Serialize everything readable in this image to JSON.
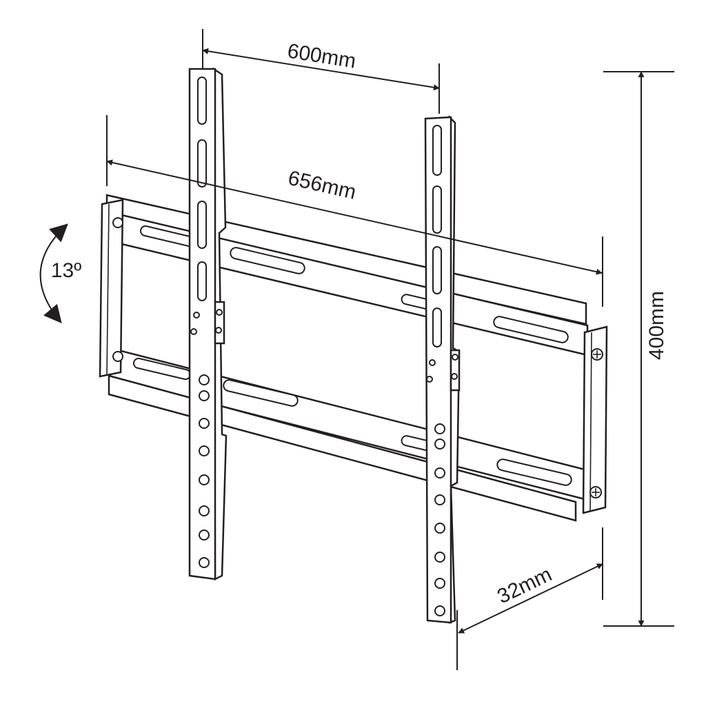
{
  "dimensions": {
    "top_span": "600mm",
    "overall_width": "656mm",
    "height": "400mm",
    "depth": "32mm",
    "tilt": "13º"
  },
  "colors": {
    "line": "#231f20",
    "background": "#ffffff"
  }
}
